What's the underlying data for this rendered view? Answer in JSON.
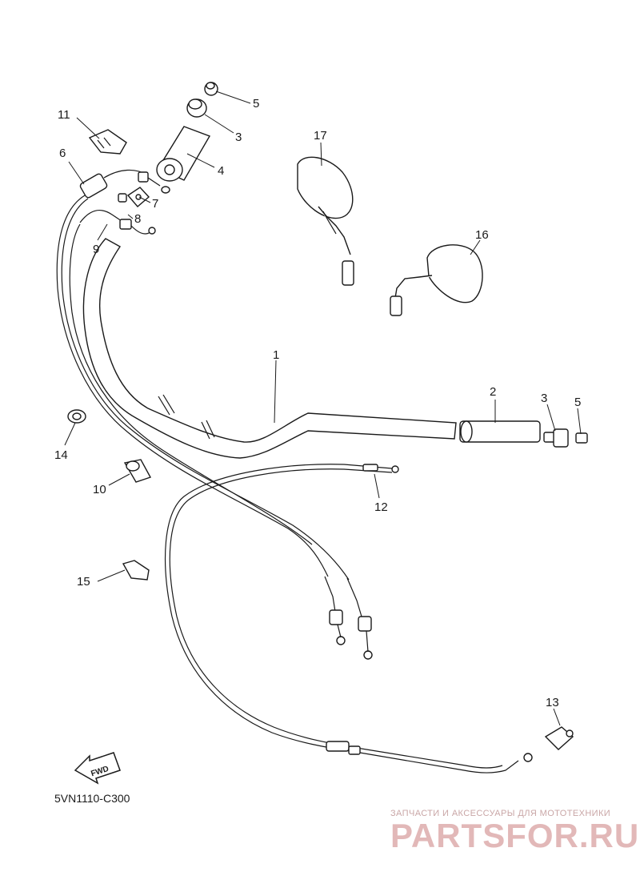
{
  "diagram": {
    "code": "5VN1110-C300",
    "fwd_label": "FWD",
    "watermark_caption": "ЗАПЧАСТИ И АКСЕССУАРЫ ДЛЯ МОТОТЕХНИКИ",
    "watermark_logo": "PARTSFOR.RU"
  },
  "callouts": {
    "c1": "1",
    "c2": "2",
    "c3a": "3",
    "c3b": "3",
    "c4": "4",
    "c5a": "5",
    "c5b": "5",
    "c6": "6",
    "c7": "7",
    "c8": "8",
    "c9": "9",
    "c10": "10",
    "c11": "11",
    "c12": "12",
    "c13": "13",
    "c14": "14",
    "c15": "15",
    "c16": "16",
    "c17": "17"
  }
}
